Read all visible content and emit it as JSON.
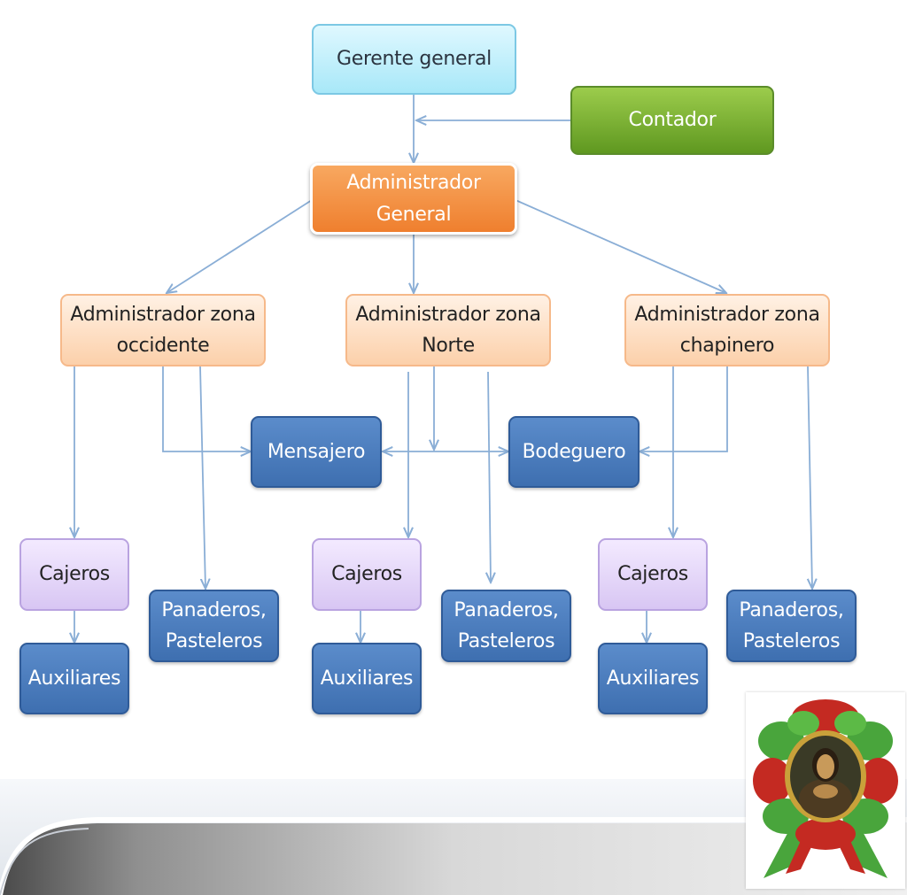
{
  "nodes": {
    "gerente": "Gerente general",
    "contador": "Contador",
    "admin_general": [
      "Administrador",
      "General"
    ],
    "zona_occidente": [
      "Administrador zona",
      "occidente"
    ],
    "zona_norte": [
      "Administrador zona",
      "Norte"
    ],
    "zona_chapinero": [
      "Administrador zona",
      "chapinero"
    ],
    "mensajero": "Mensajero",
    "bodeguero": "Bodeguero",
    "cajeros": "Cajeros",
    "auxiliares": "Auxiliares",
    "panaderos": [
      "Panaderos,",
      "Pasteleros"
    ]
  },
  "colors": {
    "connector": "#8aaed6",
    "top_box": "#a8e8f8",
    "contador_box": "#6aa22c",
    "admin_box": "#f08a3c",
    "zone_box": "#fcd8b8",
    "staff_box": "#4676b8",
    "cajeros_box": "#e4d6f8"
  },
  "icons": {
    "corner_image": "mona-lisa-ribbon-badge"
  }
}
